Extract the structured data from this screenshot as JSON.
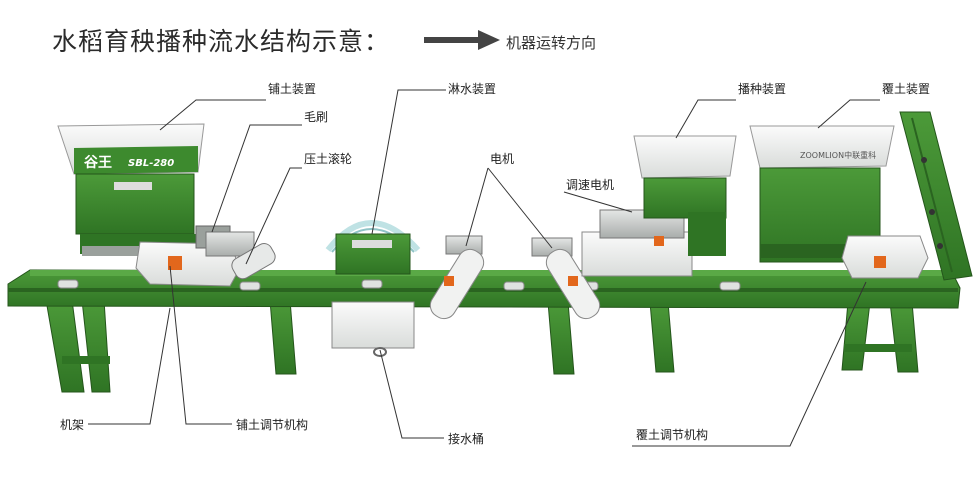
{
  "header": {
    "title": "水稻育秧播种流水结构示意：",
    "direction_label": "机器运转方向",
    "arrow_icon": "right-arrow-icon"
  },
  "brand": {
    "logo_text": "谷王",
    "model": "SBL-280",
    "right_logo": "ZOOMLION中联重科"
  },
  "labels": {
    "soil_device": "铺土装置",
    "brush": "毛刷",
    "press_roller": "压土滚轮",
    "sprinkler": "淋水装置",
    "motor": "电机",
    "speed_motor": "调速电机",
    "seeding_device": "播种装置",
    "cover_soil_device": "覆土装置",
    "frame": "机架",
    "soil_adjust": "铺土调节机构",
    "water_bucket": "接水桶",
    "cover_adjust": "覆土调节机构"
  },
  "colors": {
    "machine_green": "#3d8a2e",
    "green_dark": "#2a6420",
    "hopper_white": "#eef0ee",
    "guard_white": "#f2f2f2",
    "metal": "#c9ccca",
    "leader_line": "#333333",
    "warning_orange": "#e2671c"
  }
}
